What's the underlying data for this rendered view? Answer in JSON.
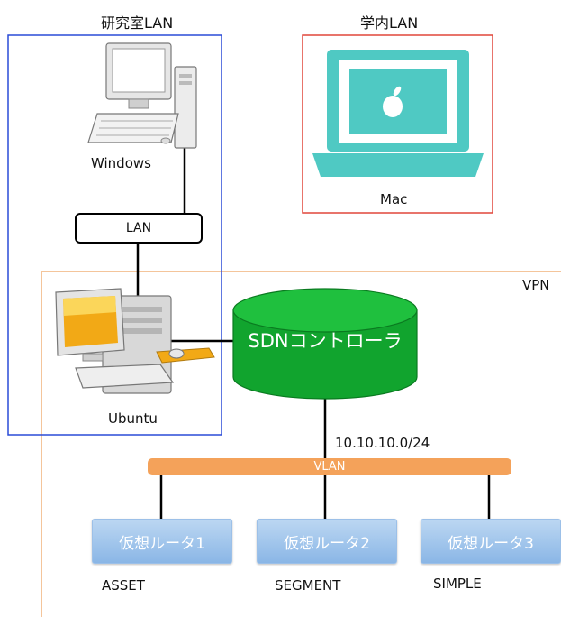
{
  "zones": {
    "lab_lan": "研究室LAN",
    "campus_lan": "学内LAN",
    "vpn": "VPN"
  },
  "hosts": {
    "windows": "Windows",
    "mac": "Mac",
    "ubuntu": "Ubuntu"
  },
  "lan_switch": "LAN",
  "controller": "SDNコントローラ",
  "subnet": "10.10.10.0/24",
  "vlan": "VLAN",
  "routers": [
    {
      "label": "仮想ルータ1",
      "app": "ASSET"
    },
    {
      "label": "仮想ルータ2",
      "app": "SEGMENT"
    },
    {
      "label": "仮想ルータ3",
      "app": "SIMPLE"
    }
  ],
  "colors": {
    "lab_lan_border": "#2a4bd7",
    "campus_lan_border": "#e0463a",
    "vpn_border": "#f0b27a",
    "controller_fill": "#11a42e",
    "vlan_bar": "#f4a25a",
    "router_fill": "#9cc3ec",
    "mac_teal": "#4fc9c3"
  }
}
